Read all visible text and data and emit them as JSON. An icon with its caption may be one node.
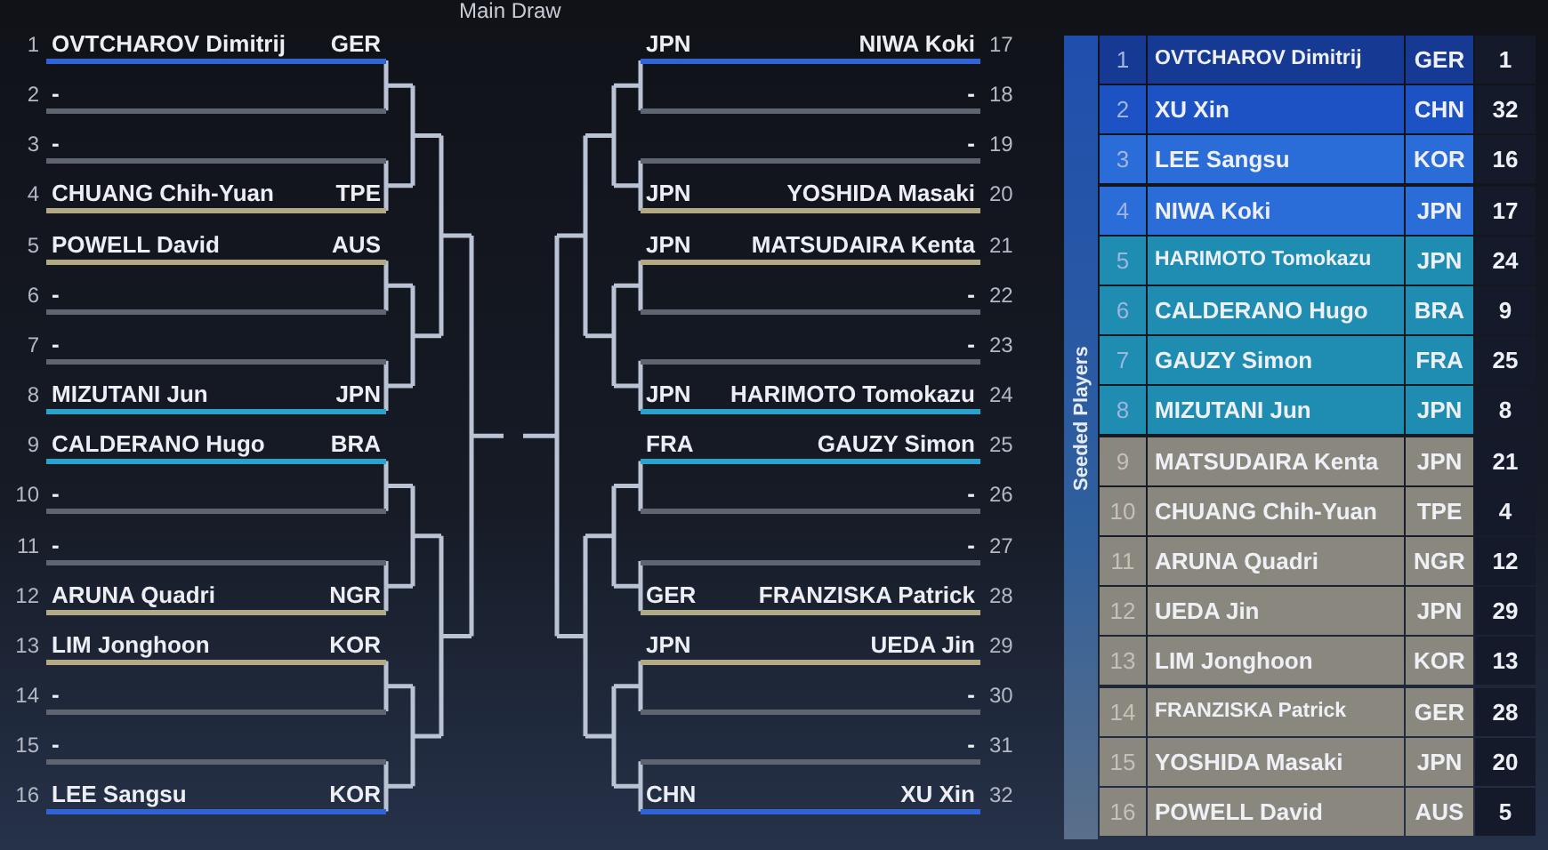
{
  "diagram": {
    "title": "Main Draw",
    "nodes": [
      {
        "text": [
          "OVTCHAROV Dimitrij",
          "GER"
        ],
        "beside": [
          "1"
        ]
      },
      {
        "text": [
          "-"
        ],
        "beside": [
          "2"
        ]
      },
      {
        "text": [
          "-"
        ],
        "beside": [
          "3"
        ]
      },
      {
        "text": [
          "CHUANG Chih-Yuan",
          "TPE"
        ],
        "beside": [
          "4"
        ]
      },
      {
        "text": [
          "POWELL David",
          "AUS"
        ],
        "beside": [
          "5"
        ]
      },
      {
        "text": [
          "-"
        ],
        "beside": [
          "6"
        ]
      },
      {
        "text": [
          "-"
        ],
        "beside": [
          "7"
        ]
      },
      {
        "text": [
          "MIZUTANI Jun",
          "JPN"
        ],
        "beside": [
          "8"
        ]
      },
      {
        "text": [
          "CALDERANO Hugo",
          "BRA"
        ],
        "beside": [
          "9"
        ]
      },
      {
        "text": [
          "-"
        ],
        "beside": [
          "10"
        ]
      },
      {
        "text": [
          "-"
        ],
        "beside": [
          "11"
        ]
      },
      {
        "text": [
          "ARUNA Quadri",
          "NGR"
        ],
        "beside": [
          "12"
        ]
      },
      {
        "text": [
          "LIM Jonghoon",
          "KOR"
        ],
        "beside": [
          "13"
        ]
      },
      {
        "text": [
          "-"
        ],
        "beside": [
          "14"
        ]
      },
      {
        "text": [
          "-"
        ],
        "beside": [
          "15"
        ]
      },
      {
        "text": [
          "LEE Sangsu",
          "KOR"
        ],
        "beside": [
          "16"
        ]
      },
      {
        "text": [
          "JPN",
          "NIWA Koki"
        ],
        "beside": [
          "17"
        ]
      },
      {
        "text": [
          "-"
        ],
        "beside": [
          "18"
        ]
      },
      {
        "text": [
          "-"
        ],
        "beside": [
          "19"
        ]
      },
      {
        "text": [
          "JPN",
          "YOSHIDA Masaki"
        ],
        "beside": [
          "20"
        ]
      },
      {
        "text": [
          "JPN",
          "MATSUDAIRA Kenta"
        ],
        "beside": [
          "21"
        ]
      },
      {
        "text": [
          "-"
        ],
        "beside": [
          "22"
        ]
      },
      {
        "text": [
          "-"
        ],
        "beside": [
          "23"
        ]
      },
      {
        "text": [
          "JPN",
          "HARIMOTO Tomokazu"
        ],
        "beside": [
          "24"
        ]
      },
      {
        "text": [
          "FRA",
          "GAUZY Simon"
        ],
        "beside": [
          "25"
        ]
      },
      {
        "text": [
          "-"
        ],
        "beside": [
          "26"
        ]
      },
      {
        "text": [
          "-"
        ],
        "beside": [
          "27"
        ]
      },
      {
        "text": [
          "GER",
          "FRANZISKA Patrick"
        ],
        "beside": [
          "28"
        ]
      },
      {
        "text": [
          "JPN",
          "UEDA Jin"
        ],
        "beside": [
          "29"
        ]
      },
      {
        "text": [
          "-"
        ],
        "beside": [
          "30"
        ]
      },
      {
        "text": [
          "-"
        ],
        "beside": [
          "31"
        ]
      },
      {
        "text": [
          "CHN",
          "XU Xin"
        ],
        "beside": [
          "32"
        ]
      }
    ],
    "labels": [
      "Seeded Players",
      "1",
      "OVTCHAROV Dimitrij",
      "GER",
      "1",
      "2",
      "XU Xin",
      "CHN",
      "32",
      "3",
      "LEE Sangsu",
      "KOR",
      "16",
      "4",
      "NIWA Koki",
      "JPN",
      "17",
      "5",
      "HARIMOTO Tomokazu",
      "JPN",
      "24",
      "6",
      "CALDERANO Hugo",
      "BRA",
      "9",
      "7",
      "GAUZY Simon",
      "FRA",
      "25",
      "8",
      "MIZUTANI Jun",
      "JPN",
      "8",
      "9",
      "MATSUDAIRA Kenta",
      "JPN",
      "21",
      "10",
      "CHUANG Chih-Yuan",
      "TPE",
      "4",
      "11",
      "ARUNA Quadri",
      "NGR",
      "12",
      "12",
      "UEDA Jin",
      "JPN",
      "29",
      "13",
      "LIM Jonghoon",
      "KOR",
      "13",
      "14",
      "FRANZISKA Patrick",
      "GER",
      "28",
      "15",
      "YOSHIDA Masaki",
      "JPN",
      "20",
      "16",
      "POWELL David",
      "AUS",
      "5"
    ]
  }
}
